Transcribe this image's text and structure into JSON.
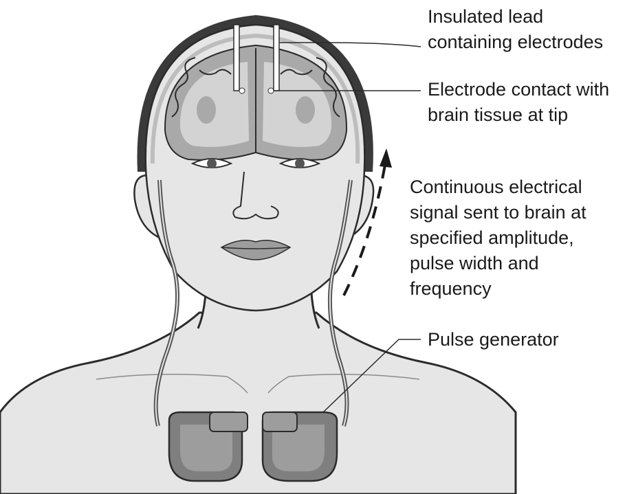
{
  "labels": {
    "insulated_lead": [
      "Insulated lead",
      "containing electrodes"
    ],
    "electrode_contact": [
      "Electrode contact with",
      "brain tissue at tip"
    ],
    "signal": [
      "Continuous electrical",
      "signal sent to brain at",
      "specified amplitude,",
      "pulse width and",
      "frequency"
    ],
    "pulse_generator": [
      "Pulse generator"
    ]
  },
  "colors": {
    "skin": "#e6e6e6",
    "outline": "#2b2b2b",
    "brain_white_matter": "#cfcfcf",
    "brain_gray_matter": "#a9a9a9",
    "generator_body": "#7f7f7f",
    "generator_inner": "#9d9d9d",
    "lead_line": "#555555"
  }
}
